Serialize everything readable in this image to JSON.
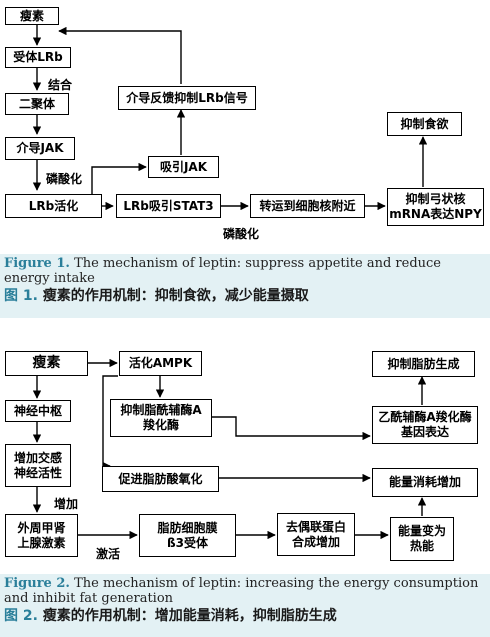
{
  "figure1": {
    "boxes": {
      "leptin": "瘦素",
      "receptor": "受体LRb",
      "dimer": "二聚体",
      "mediate_jak": "介导JAK",
      "lrb_activate": "LRb活化",
      "recruit_jak": "吸引JAK",
      "lrb_stat3": "LRb吸引STAT3",
      "nucleus": "转运到细胞核附近",
      "feedback": "介导反馈抑制LRb信号",
      "suppress_appetite": "抑制食欲",
      "arcuate": "抑制弓状核\nmRNA表达NPY"
    },
    "labels": {
      "bind": "结合",
      "phos1": "磷酸化",
      "phos2": "磷酸化"
    },
    "caption": {
      "en_prefix": "Figure 1.",
      "en_text": "The mechanism of leptin: suppress appetite and reduce energy intake",
      "zh_prefix": "图 1.",
      "zh_text": "瘦素的作用机制：抑制食欲，减少能量摄取"
    }
  },
  "figure2": {
    "boxes": {
      "leptin": "瘦素",
      "ampk": "活化AMPK",
      "lipogenesis": "抑制脂肪生成",
      "cns": "神经中枢",
      "inhibit_acc": "抑制脂酰辅酶A\n羧化酶",
      "acc_gene": "乙酰辅酶A羧化酶\n基因表达",
      "sympathetic": "增加交感\n神经活性",
      "fa_oxidation": "促进脂肪酸氧化",
      "energy_up": "能量消耗增加",
      "epinephrine": "外周甲肾\n上腺激素",
      "beta3": "脂肪细胞膜\nß3受体",
      "ucp": "去偶联蛋白\n合成增加",
      "heat": "能量变为\n热能"
    },
    "labels": {
      "increase": "增加",
      "activate": "激活"
    },
    "caption": {
      "en_prefix": "Figure 2.",
      "en_text": "The mechanism of leptin: increasing the energy consumption and inhibit fat generation",
      "zh_prefix": "图 2.",
      "zh_text": "瘦素的作用机制：增加能量消耗，抑制脂肪生成"
    }
  }
}
